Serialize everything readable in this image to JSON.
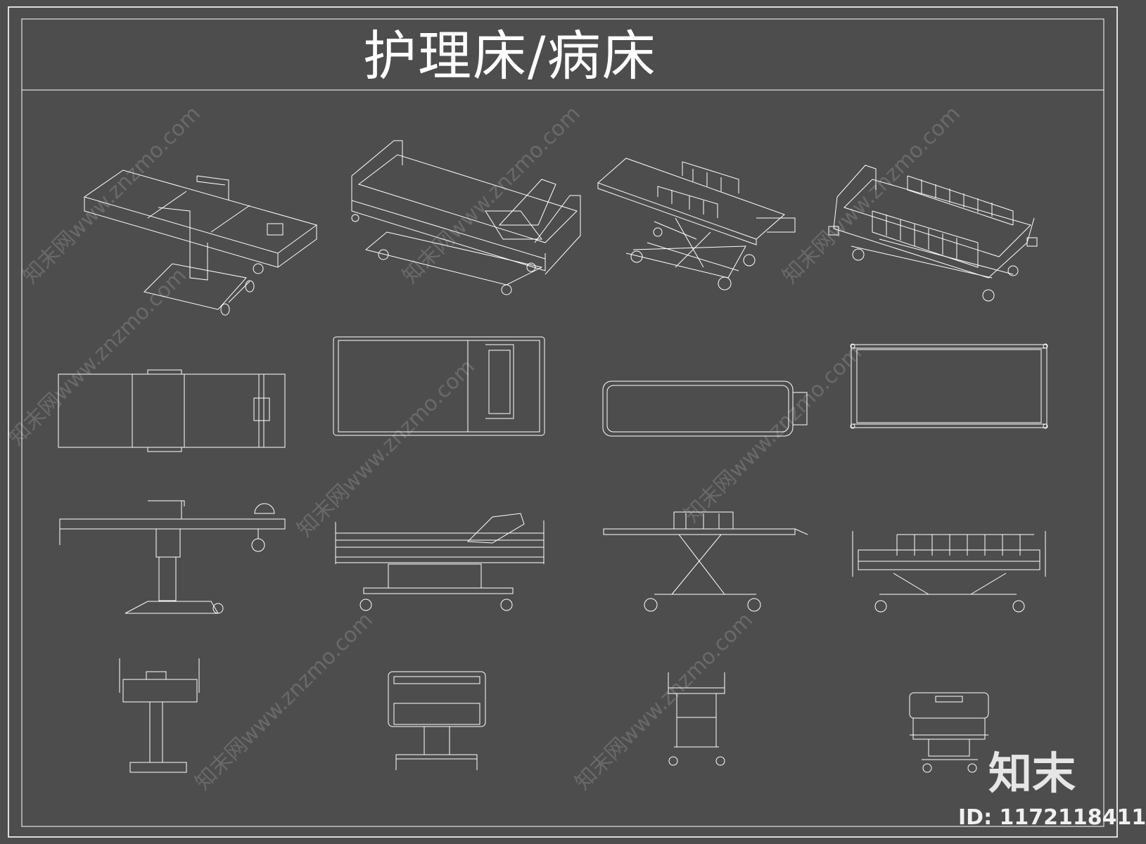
{
  "title": "护理床/病床",
  "watermark": {
    "texts": [
      "知末网www.znzmo.com",
      "知末网www.znzmo.com",
      "知末网www.znzmo.com",
      "知末网www.znzmo.com",
      "知末网www.znzmo.com",
      "知末网www.znzmo.com",
      "知末网www.znzmo.com",
      "知末网www.znzmo.com"
    ]
  },
  "logo": "知末",
  "image_id": "ID: 1172118411",
  "drawing": {
    "rows": [
      {
        "view": "perspective",
        "items": [
          "operating-table",
          "manual-bed",
          "stretcher",
          "electric-bed"
        ]
      },
      {
        "view": "top",
        "items": [
          "operating-table",
          "manual-bed",
          "stretcher",
          "electric-bed"
        ]
      },
      {
        "view": "side",
        "items": [
          "operating-table",
          "manual-bed",
          "stretcher",
          "electric-bed"
        ]
      },
      {
        "view": "end",
        "items": [
          "operating-table",
          "manual-bed",
          "stretcher",
          "electric-bed"
        ]
      }
    ]
  },
  "colors": {
    "background": "#4d4d4d",
    "line": "#ffffff"
  }
}
